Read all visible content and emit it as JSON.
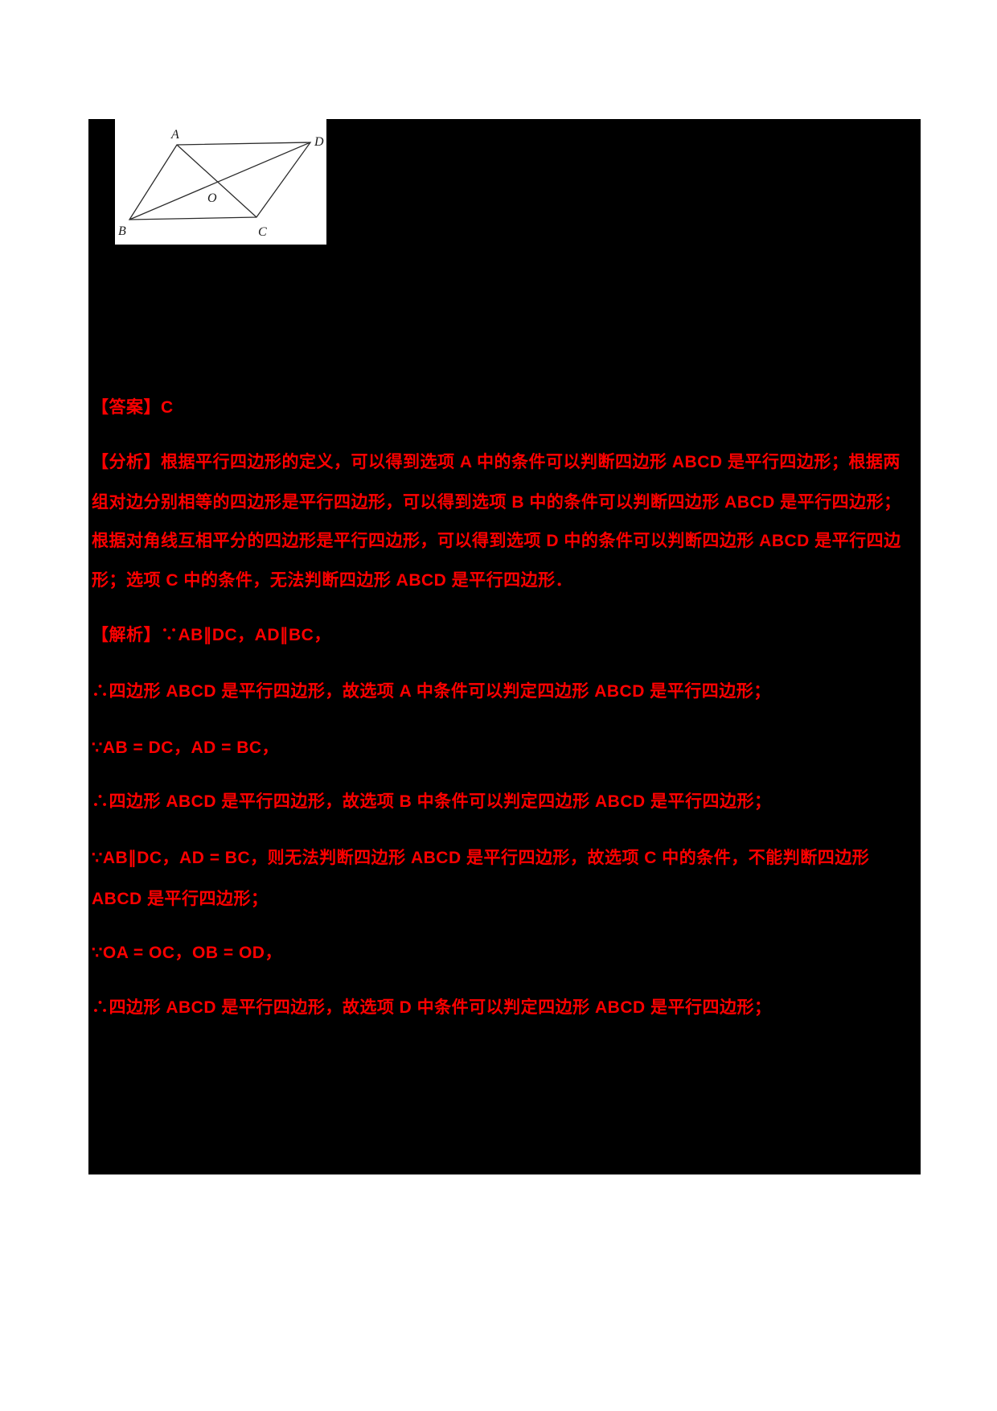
{
  "colors": {
    "page_bg": "#ffffff",
    "panel_bg": "#000000",
    "figure_bg": "#ffffff",
    "figure_stroke": "#2b2b2b",
    "text_red": "#ff0000"
  },
  "figure": {
    "type": "parallelogram-with-diagonals",
    "labels": {
      "A": "A",
      "B": "B",
      "C": "C",
      "D": "D",
      "O": "O"
    }
  },
  "lines": [
    "【答案】C",
    "【分析】根据平行四边形的定义，可以得到选项 A 中的条件可以判断四边形 ABCD 是平行四边形；根据两",
    "组对边分别相等的四边形是平行四边形，可以得到选项 B 中的条件可以判断四边形 ABCD 是平行四边形；",
    "根据对角线互相平分的四边形是平行四边形，可以得到选项 D 中的条件可以判断四边形 ABCD 是平行四边",
    "形；选项 C 中的条件，无法判断四边形 ABCD 是平行四边形．",
    "【解析】∵AB∥DC，AD∥BC，",
    "∴四边形 ABCD 是平行四边形，故选项 A 中条件可以判定四边形 ABCD 是平行四边形；",
    "∵AB = DC，AD = BC，",
    "∴四边形 ABCD 是平行四边形，故选项 B 中条件可以判定四边形 ABCD 是平行四边形；",
    "∵AB∥DC，AD = BC，则无法判断四边形 ABCD 是平行四边形，故选项 C 中的条件，不能判断四边形",
    "ABCD 是平行四边形；",
    "∵OA = OC，OB = OD，",
    "∴四边形 ABCD 是平行四边形，故选项 D 中条件可以判定四边形 ABCD 是平行四边形；"
  ]
}
